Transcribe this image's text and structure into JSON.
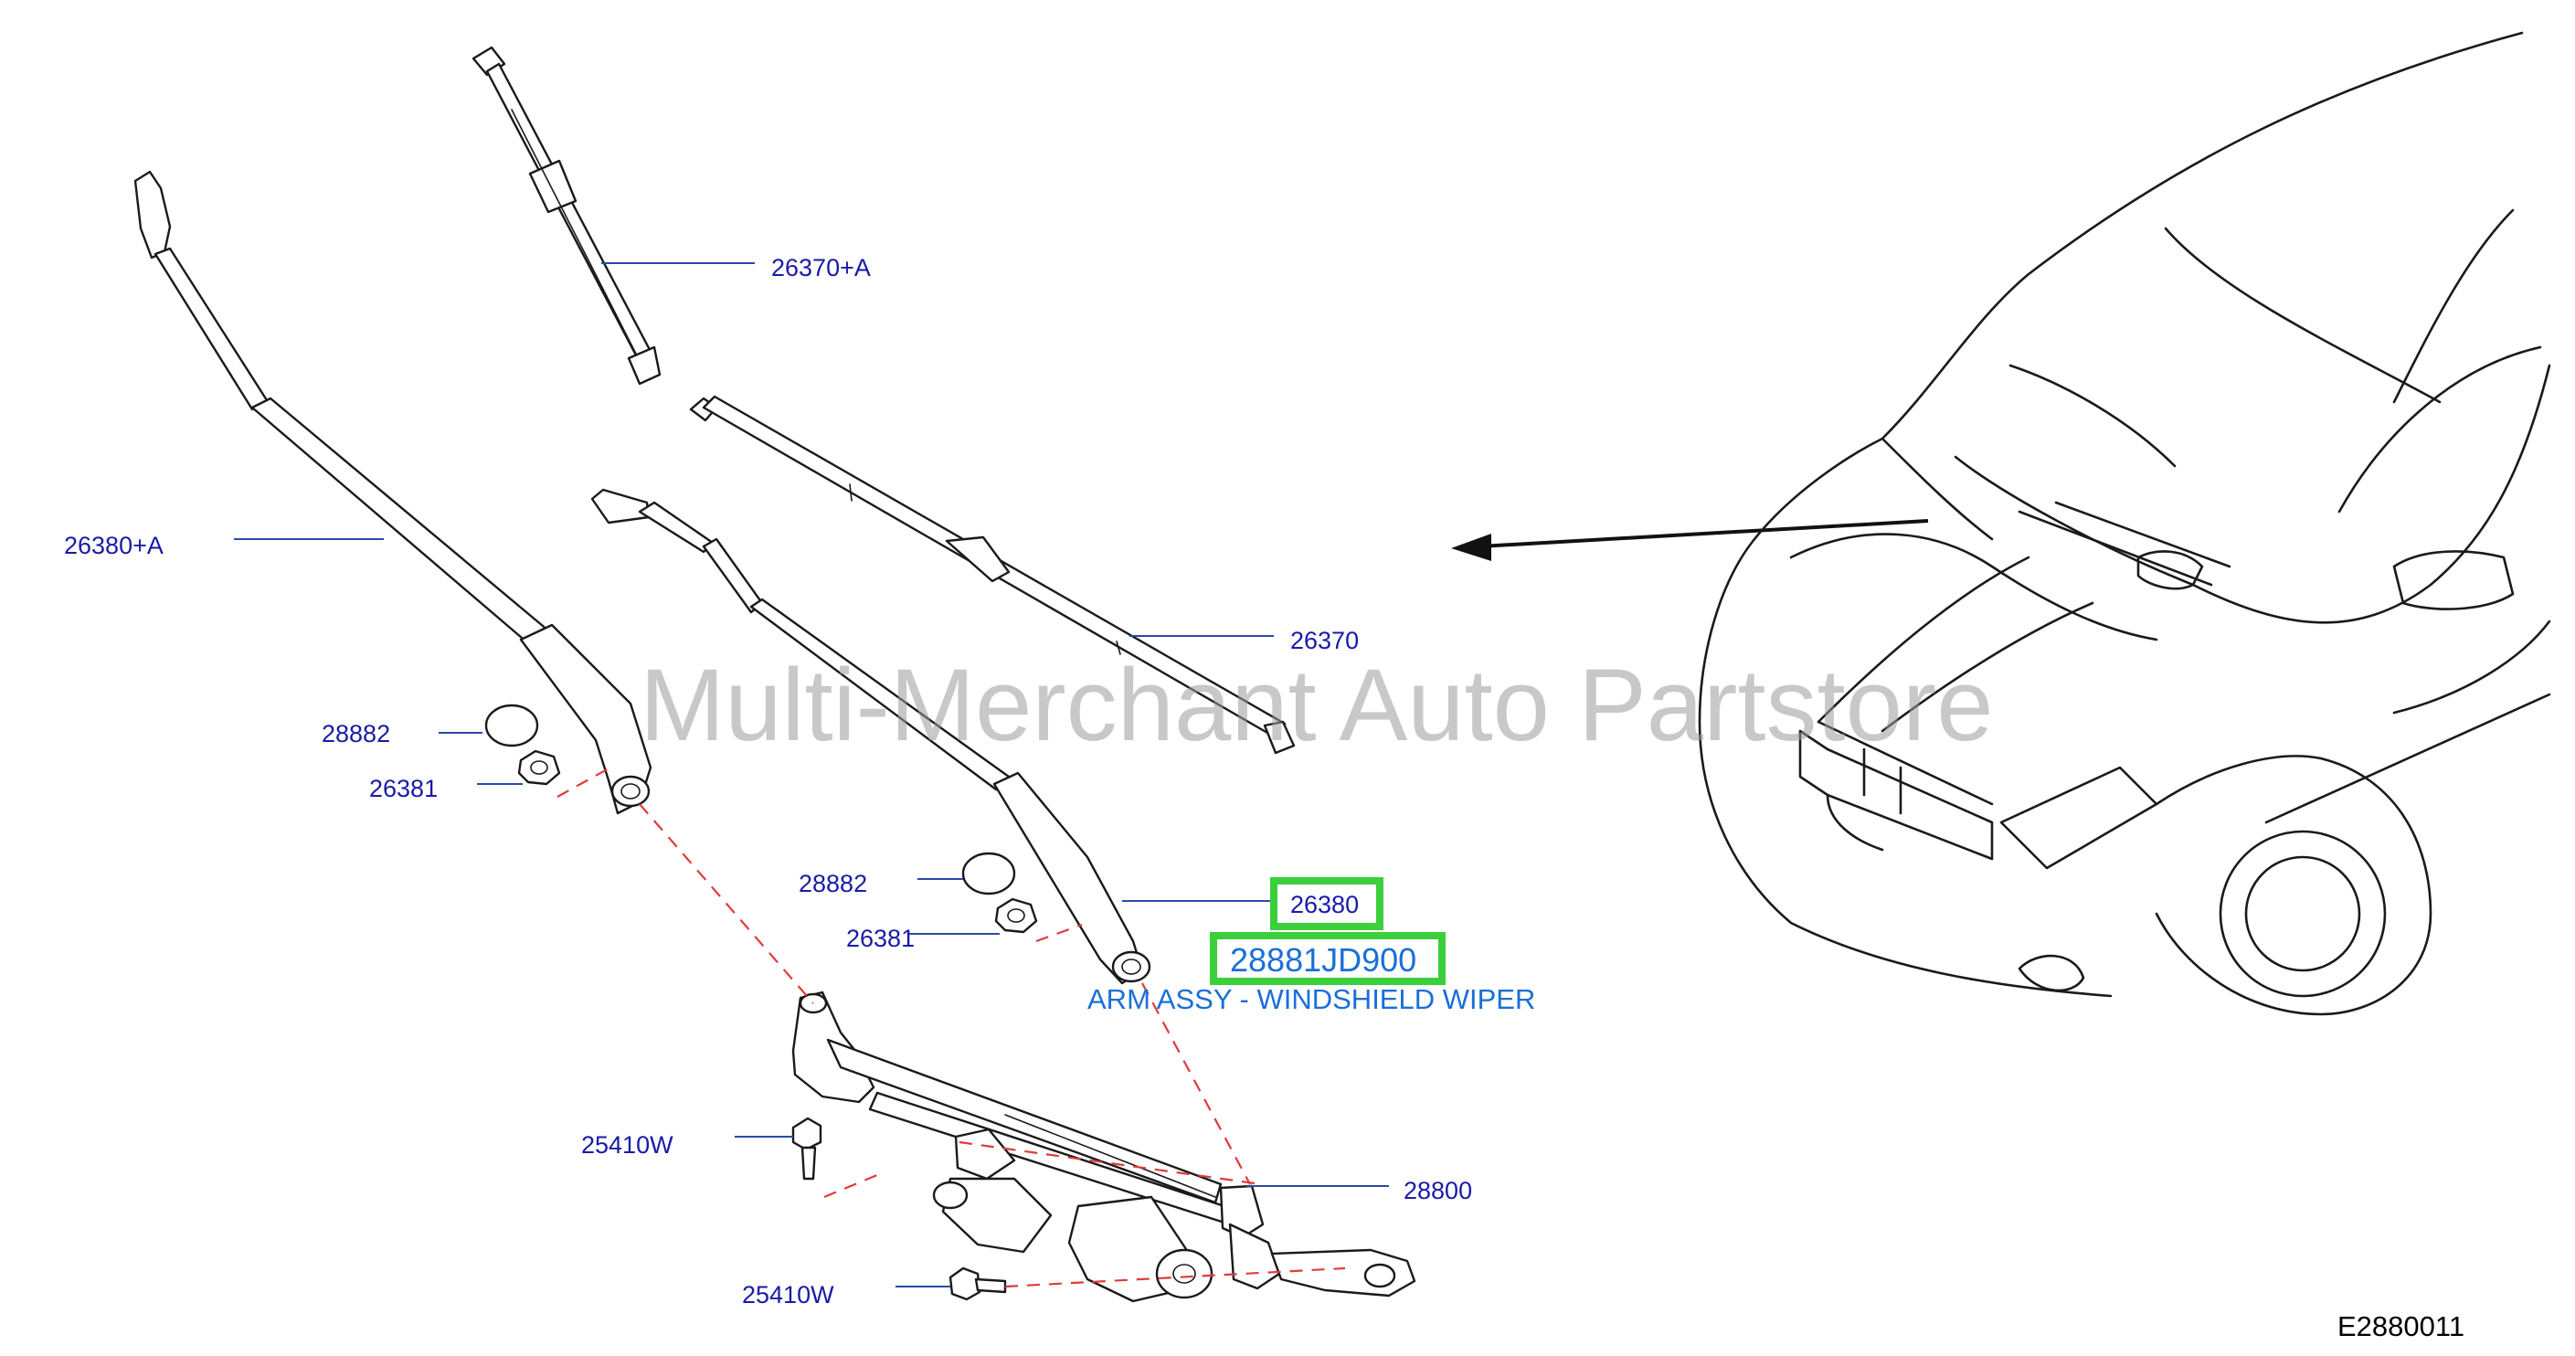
{
  "diagram": {
    "watermark": "Multi-Merchant Auto Partstore",
    "diagram_code": "E2880011",
    "labels": {
      "blade_upper": "26370+A",
      "arm_left": "26380+A",
      "blade_lower": "26370",
      "cap_left": "28882",
      "nut_left": "26381",
      "cap_right": "28882",
      "nut_right": "26381",
      "arm_right": "26380",
      "linkage": "28800",
      "bolt_upper": "25410W",
      "bolt_lower": "25410W"
    },
    "highlight": {
      "part_number": "28881JD900",
      "description": "ARM ASSY - WINDSHIELD WIPER",
      "box_color": "#3ccf3c",
      "text_color": "#1a6fd6"
    }
  }
}
